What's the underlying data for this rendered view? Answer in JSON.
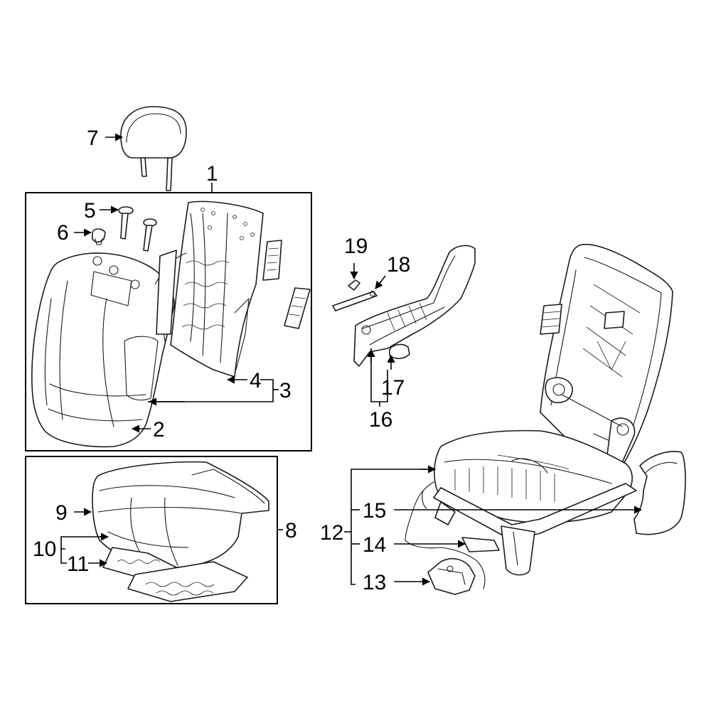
{
  "diagram": {
    "callouts": {
      "c1": "1",
      "c2": "2",
      "c3": "3",
      "c4": "4",
      "c5": "5",
      "c6": "6",
      "c7": "7",
      "c8": "8",
      "c9": "9",
      "c10": "10",
      "c11": "11",
      "c12": "12",
      "c13": "13",
      "c14": "14",
      "c15": "15",
      "c16": "16",
      "c17": "17",
      "c18": "18",
      "c19": "19"
    },
    "colors": {
      "line": "#1a1a1a",
      "background": "#ffffff"
    }
  }
}
